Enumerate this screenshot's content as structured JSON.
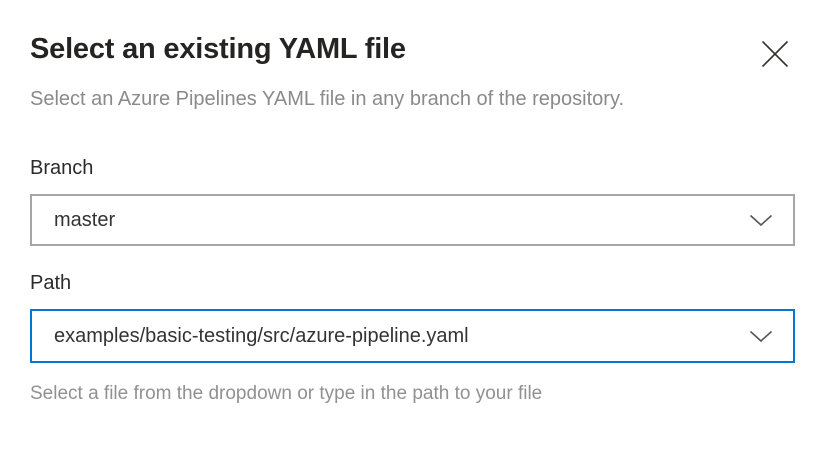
{
  "panel": {
    "title": "Select an existing YAML file",
    "subtitle": "Select an Azure Pipelines YAML file in any branch of the repository."
  },
  "form": {
    "branch": {
      "label": "Branch",
      "value": "master"
    },
    "path": {
      "label": "Path",
      "value": "examples/basic-testing/src/azure-pipeline.yaml",
      "helper": "Select a file from the dropdown or type in the path to your file"
    }
  },
  "icons": {
    "close": "x-cross",
    "dropdown": "chevron-down"
  },
  "colors": {
    "background": "#ffffff",
    "title_text": "#252423",
    "muted_text": "#8a8a8a",
    "value_text": "#333333",
    "default_border": "#a6a6a6",
    "focus_border": "#0078d4",
    "chevron": "#565656"
  }
}
